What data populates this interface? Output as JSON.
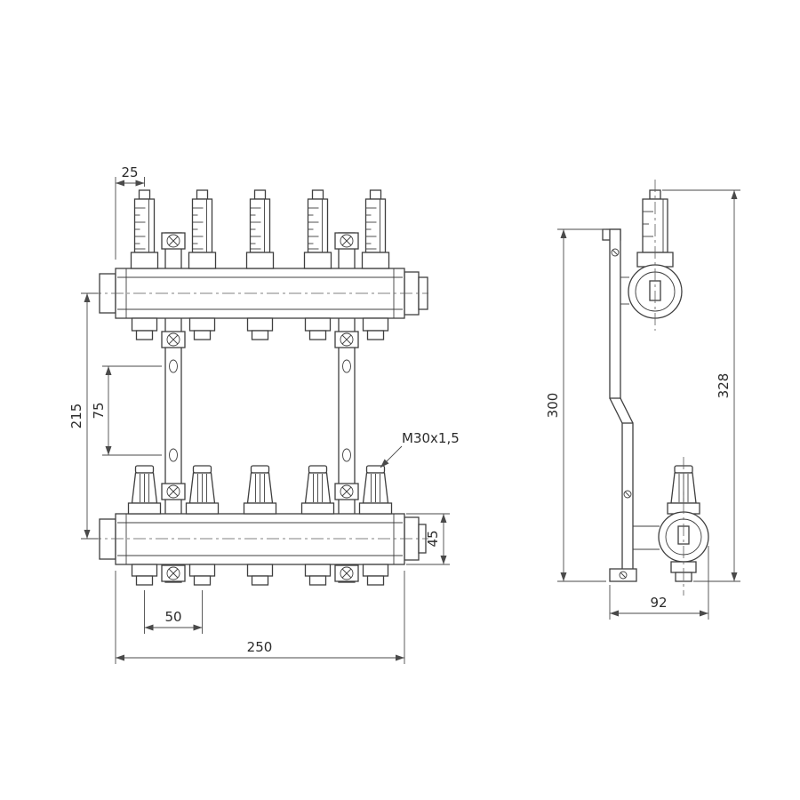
{
  "meta": {
    "background_color": "#ffffff",
    "line_color": "#3f3f3f",
    "dimension_color": "#4a4a4a"
  },
  "front_view": {
    "dims": {
      "end_offset": "25",
      "center_distance": "215",
      "bracket_hole_spacing": "75",
      "outlet_spacing": "50",
      "total_width": "250",
      "manifold_height": "45"
    },
    "thread_callout": "M30x1,5"
  },
  "side_view": {
    "dims": {
      "bracket_height": "300",
      "total_height": "328",
      "depth": "92"
    }
  }
}
